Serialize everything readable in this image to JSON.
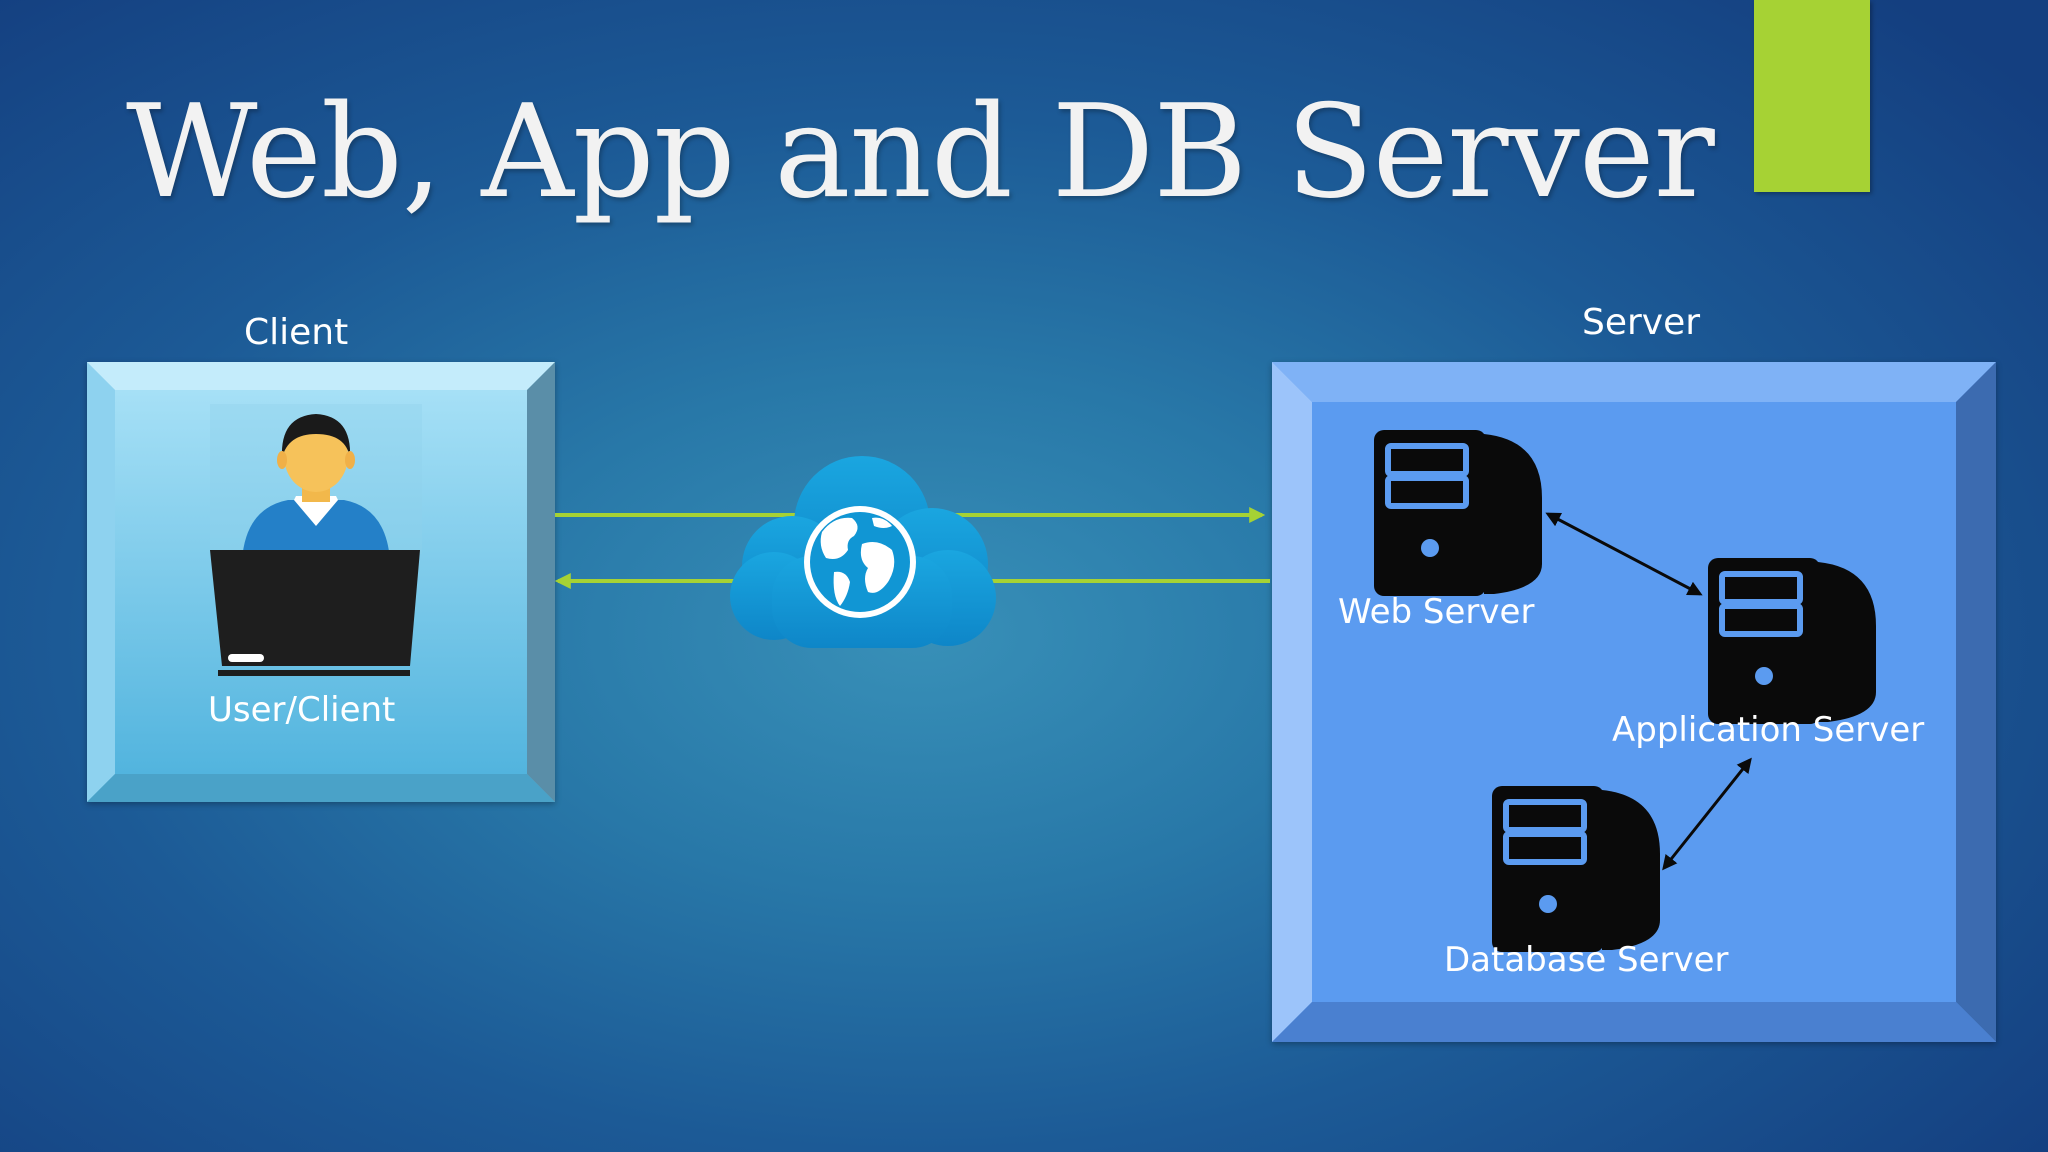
{
  "slide": {
    "title": "Web, App and DB Server"
  },
  "client": {
    "heading": "Client",
    "user_label": "User/Client"
  },
  "server": {
    "heading": "Server",
    "web_label": "Web Server",
    "app_label": "Application Server",
    "db_label": "Database Server"
  },
  "colors": {
    "accent": "#a6d234",
    "connector": "#a6d234",
    "client_box": "#7cc6e8",
    "server_box": "#5b9bf0"
  }
}
